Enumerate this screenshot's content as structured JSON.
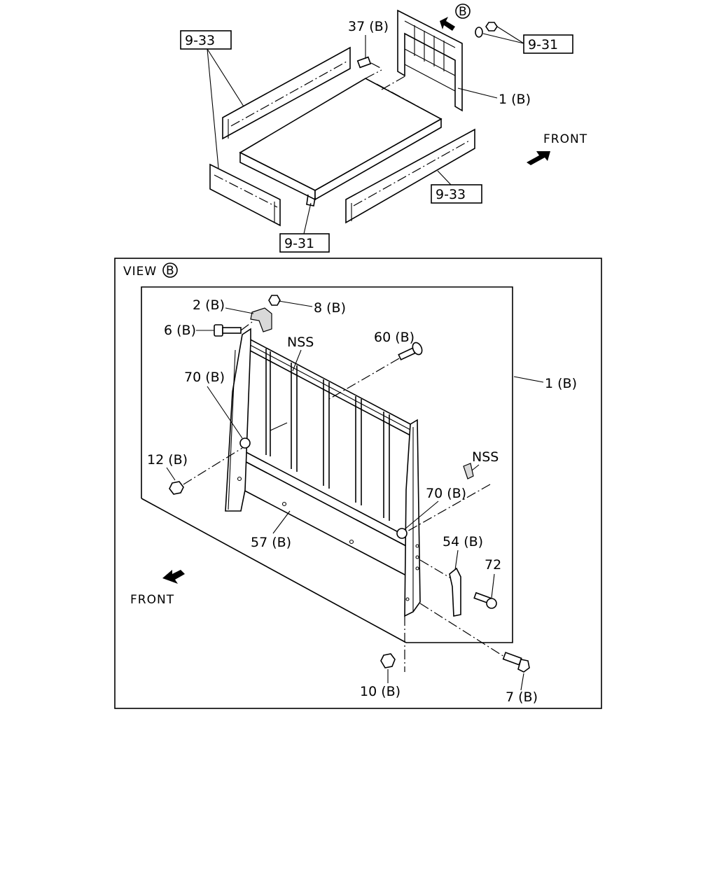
{
  "top_section": {
    "callouts": {
      "left_sideboard_ref": "9-33",
      "right_sideboard_ref": "9-33",
      "floor_ref": "9-31",
      "nut_ref": "9-31",
      "bolt_37": "37 (B)",
      "gate_1": "1 (B)"
    },
    "view_marker": "B",
    "front_label": "FRONT"
  },
  "view_section": {
    "title_prefix": "VIEW",
    "title_marker": "B",
    "front_label": "FRONT",
    "callouts": {
      "p2": "2 (B)",
      "p8": "8 (B)",
      "p6": "6 (B)",
      "nss_top": "NSS",
      "p60": "60 (B)",
      "p70_left": "70 (B)",
      "p1": "1 (B)",
      "p12": "12 (B)",
      "nss_right": "NSS",
      "p70_right": "70 (B)",
      "p57": "57 (B)",
      "p54": "54 (B)",
      "p72": "72",
      "p10": "10 (B)",
      "p7": "7 (B)"
    }
  }
}
